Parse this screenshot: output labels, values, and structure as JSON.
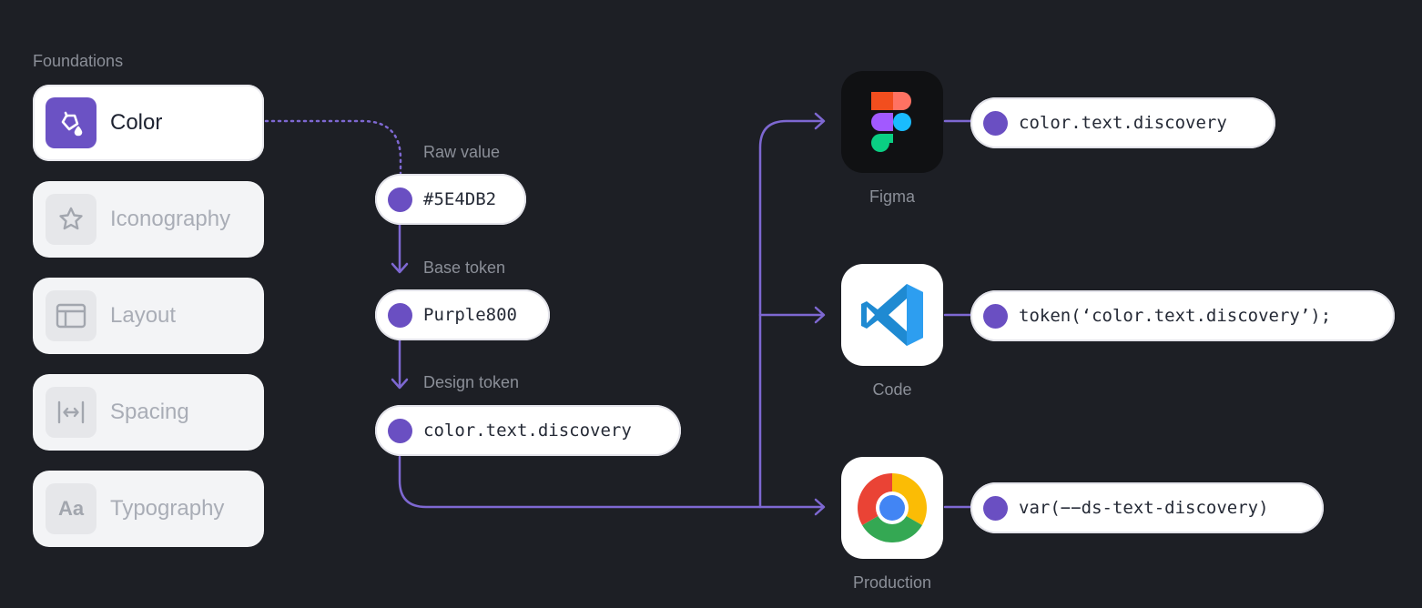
{
  "foundations": {
    "label": "Foundations",
    "items": [
      {
        "label": "Color",
        "icon": "paint-bucket-icon",
        "active": true
      },
      {
        "label": "Iconography",
        "icon": "star-icon",
        "active": false
      },
      {
        "label": "Layout",
        "icon": "layout-icon",
        "active": false
      },
      {
        "label": "Spacing",
        "icon": "spacing-icon",
        "active": false
      },
      {
        "label": "Typography",
        "icon": "typography-icon",
        "glyph": "Aa",
        "active": false
      }
    ]
  },
  "pipeline": {
    "steps": [
      {
        "label": "Raw value",
        "value": "#5E4DB2"
      },
      {
        "label": "Base token",
        "value": "Purple800"
      },
      {
        "label": "Design token",
        "value": "color.text.discovery"
      }
    ]
  },
  "outputs": [
    {
      "app": "Figma",
      "icon": "figma-icon",
      "value": "color.text.discovery"
    },
    {
      "app": "Code",
      "icon": "vscode-icon",
      "value": "token(‘color.text.discovery’);"
    },
    {
      "app": "Production",
      "icon": "chrome-icon",
      "value": "var(−−ds-text-discovery)"
    }
  ],
  "colors": {
    "background": "#1d1f25",
    "accent": "#6a4fc2",
    "connector": "#7e68d2",
    "muted_text": "#8b8f98"
  }
}
